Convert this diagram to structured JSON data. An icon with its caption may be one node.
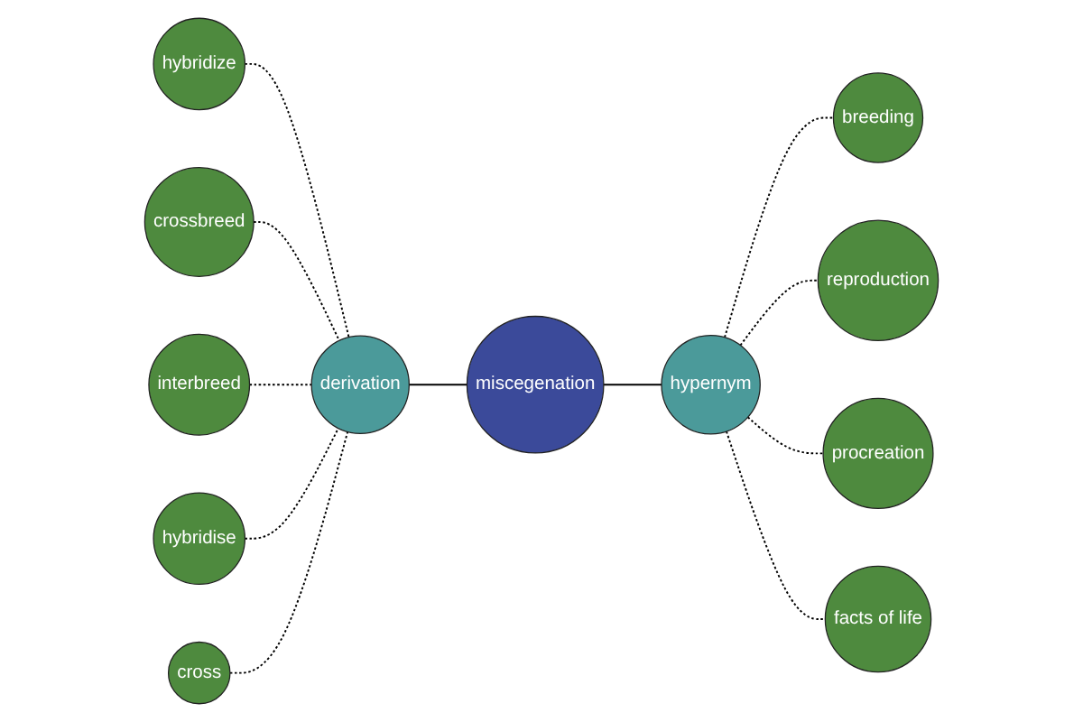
{
  "diagram": {
    "nodes": [
      {
        "text": [
          "hybridize"
        ]
      },
      {
        "text": [
          "crossbreed"
        ]
      },
      {
        "text": [
          "interbreed"
        ]
      },
      {
        "text": [
          "derivation"
        ]
      },
      {
        "text": [
          "hybridise"
        ]
      },
      {
        "text": [
          "cross"
        ]
      },
      {
        "text": [
          "miscegenation"
        ]
      },
      {
        "text": [
          "breeding"
        ]
      },
      {
        "text": [
          "reproduction"
        ]
      },
      {
        "text": [
          "hypernym"
        ]
      },
      {
        "text": [
          "procreation"
        ]
      },
      {
        "text": [
          "facts of life"
        ]
      }
    ],
    "edges": [
      {
        "from": 3,
        "to": 6,
        "arrow": "none"
      },
      {
        "from": 6,
        "to": 9,
        "arrow": "none"
      },
      {
        "from": 0,
        "to": 3,
        "arrow": "none",
        "style": "dashed"
      },
      {
        "from": 1,
        "to": 3,
        "arrow": "none",
        "style": "dashed"
      },
      {
        "from": 2,
        "to": 3,
        "arrow": "none",
        "style": "dashed"
      },
      {
        "from": 4,
        "to": 3,
        "arrow": "none",
        "style": "dashed"
      },
      {
        "from": 5,
        "to": 3,
        "arrow": "none",
        "style": "dashed"
      },
      {
        "from": 9,
        "to": 7,
        "arrow": "none",
        "style": "dashed"
      },
      {
        "from": 9,
        "to": 8,
        "arrow": "none",
        "style": "dashed"
      },
      {
        "from": 9,
        "to": 10,
        "arrow": "none",
        "style": "dashed"
      },
      {
        "from": 9,
        "to": 11,
        "arrow": "none",
        "style": "dashed"
      }
    ]
  }
}
